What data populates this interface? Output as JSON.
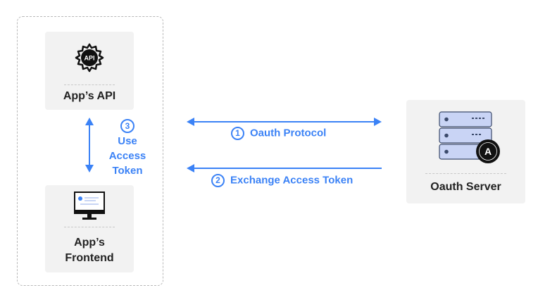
{
  "left_group": {
    "api_card": {
      "icon_text": "API",
      "label": "App’s API"
    },
    "frontend_card": {
      "label_line1": "App’s",
      "label_line2": "Frontend"
    }
  },
  "oauth_card": {
    "label": "Oauth Server",
    "badge_letter": "A"
  },
  "steps": [
    {
      "number": "1",
      "label": "Oauth Protocol"
    },
    {
      "number": "2",
      "label": "Exchange Access Token"
    },
    {
      "number": "3",
      "label_line1": "Use",
      "label_line2": "Access",
      "label_line3": "Token"
    }
  ],
  "colors": {
    "accent": "#3b82f6",
    "card_bg": "#f2f2f2",
    "text_dark": "#222222",
    "server_fill": "#c9d4f5"
  }
}
